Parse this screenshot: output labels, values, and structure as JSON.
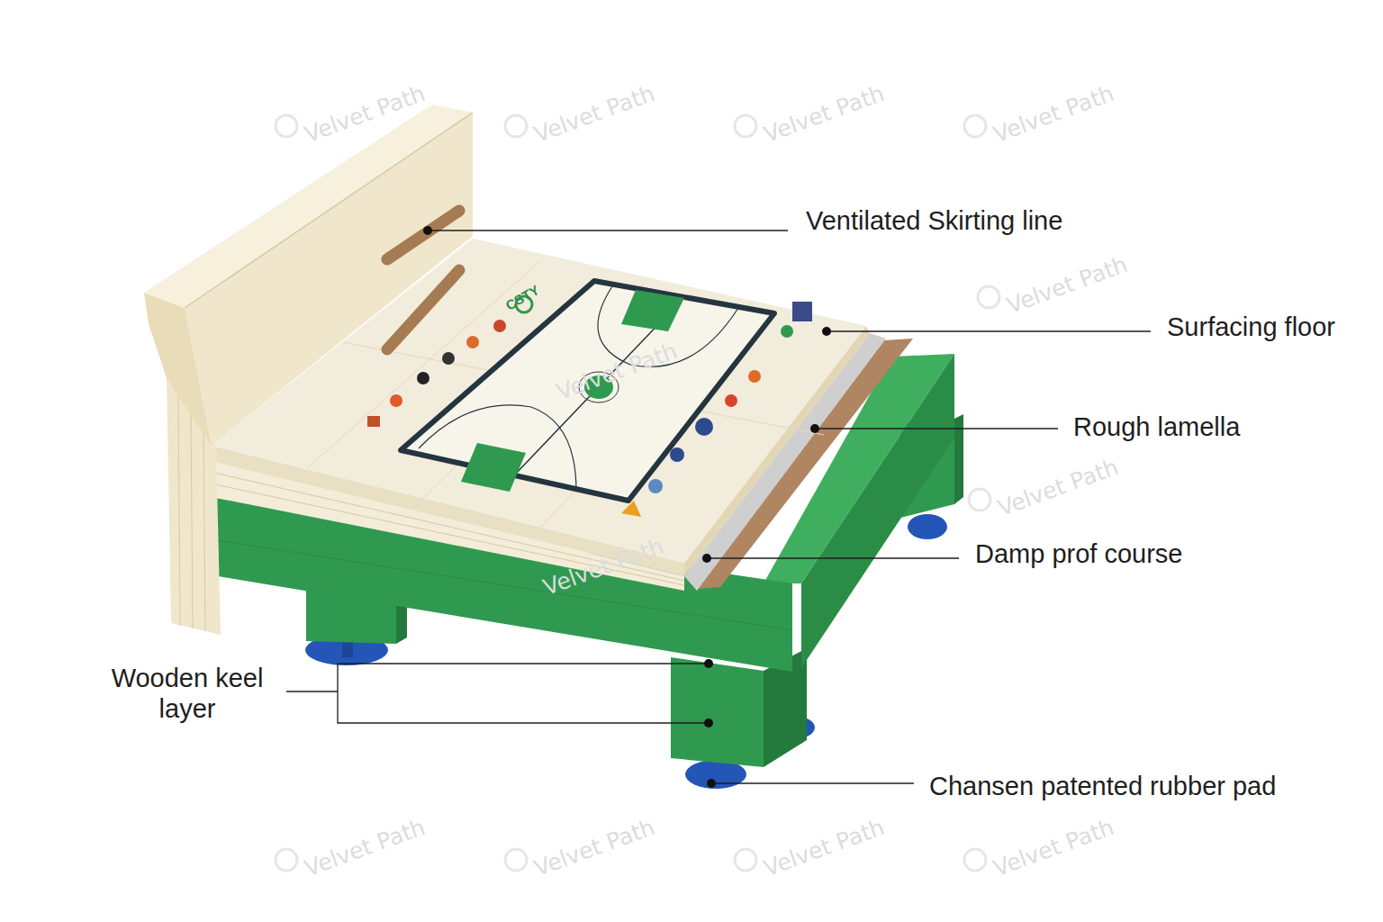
{
  "diagram": {
    "labels": [
      "Ventilated Skirting line",
      "Surfacing floor",
      "Rough lamella",
      "Damp prof course",
      "Wooden keel layer",
      "Chansen patented rubber pad",
      "CSTY",
      "Velvet Path",
      "Velvet Path",
      "Velvet Path",
      "Velvet Path",
      "Velvet Path",
      "Velvet Path",
      "Velvet Path",
      "Velvet Path",
      "Velvet Path",
      "Velvet Path",
      "Velvet Path",
      "Velvet Path"
    ]
  }
}
